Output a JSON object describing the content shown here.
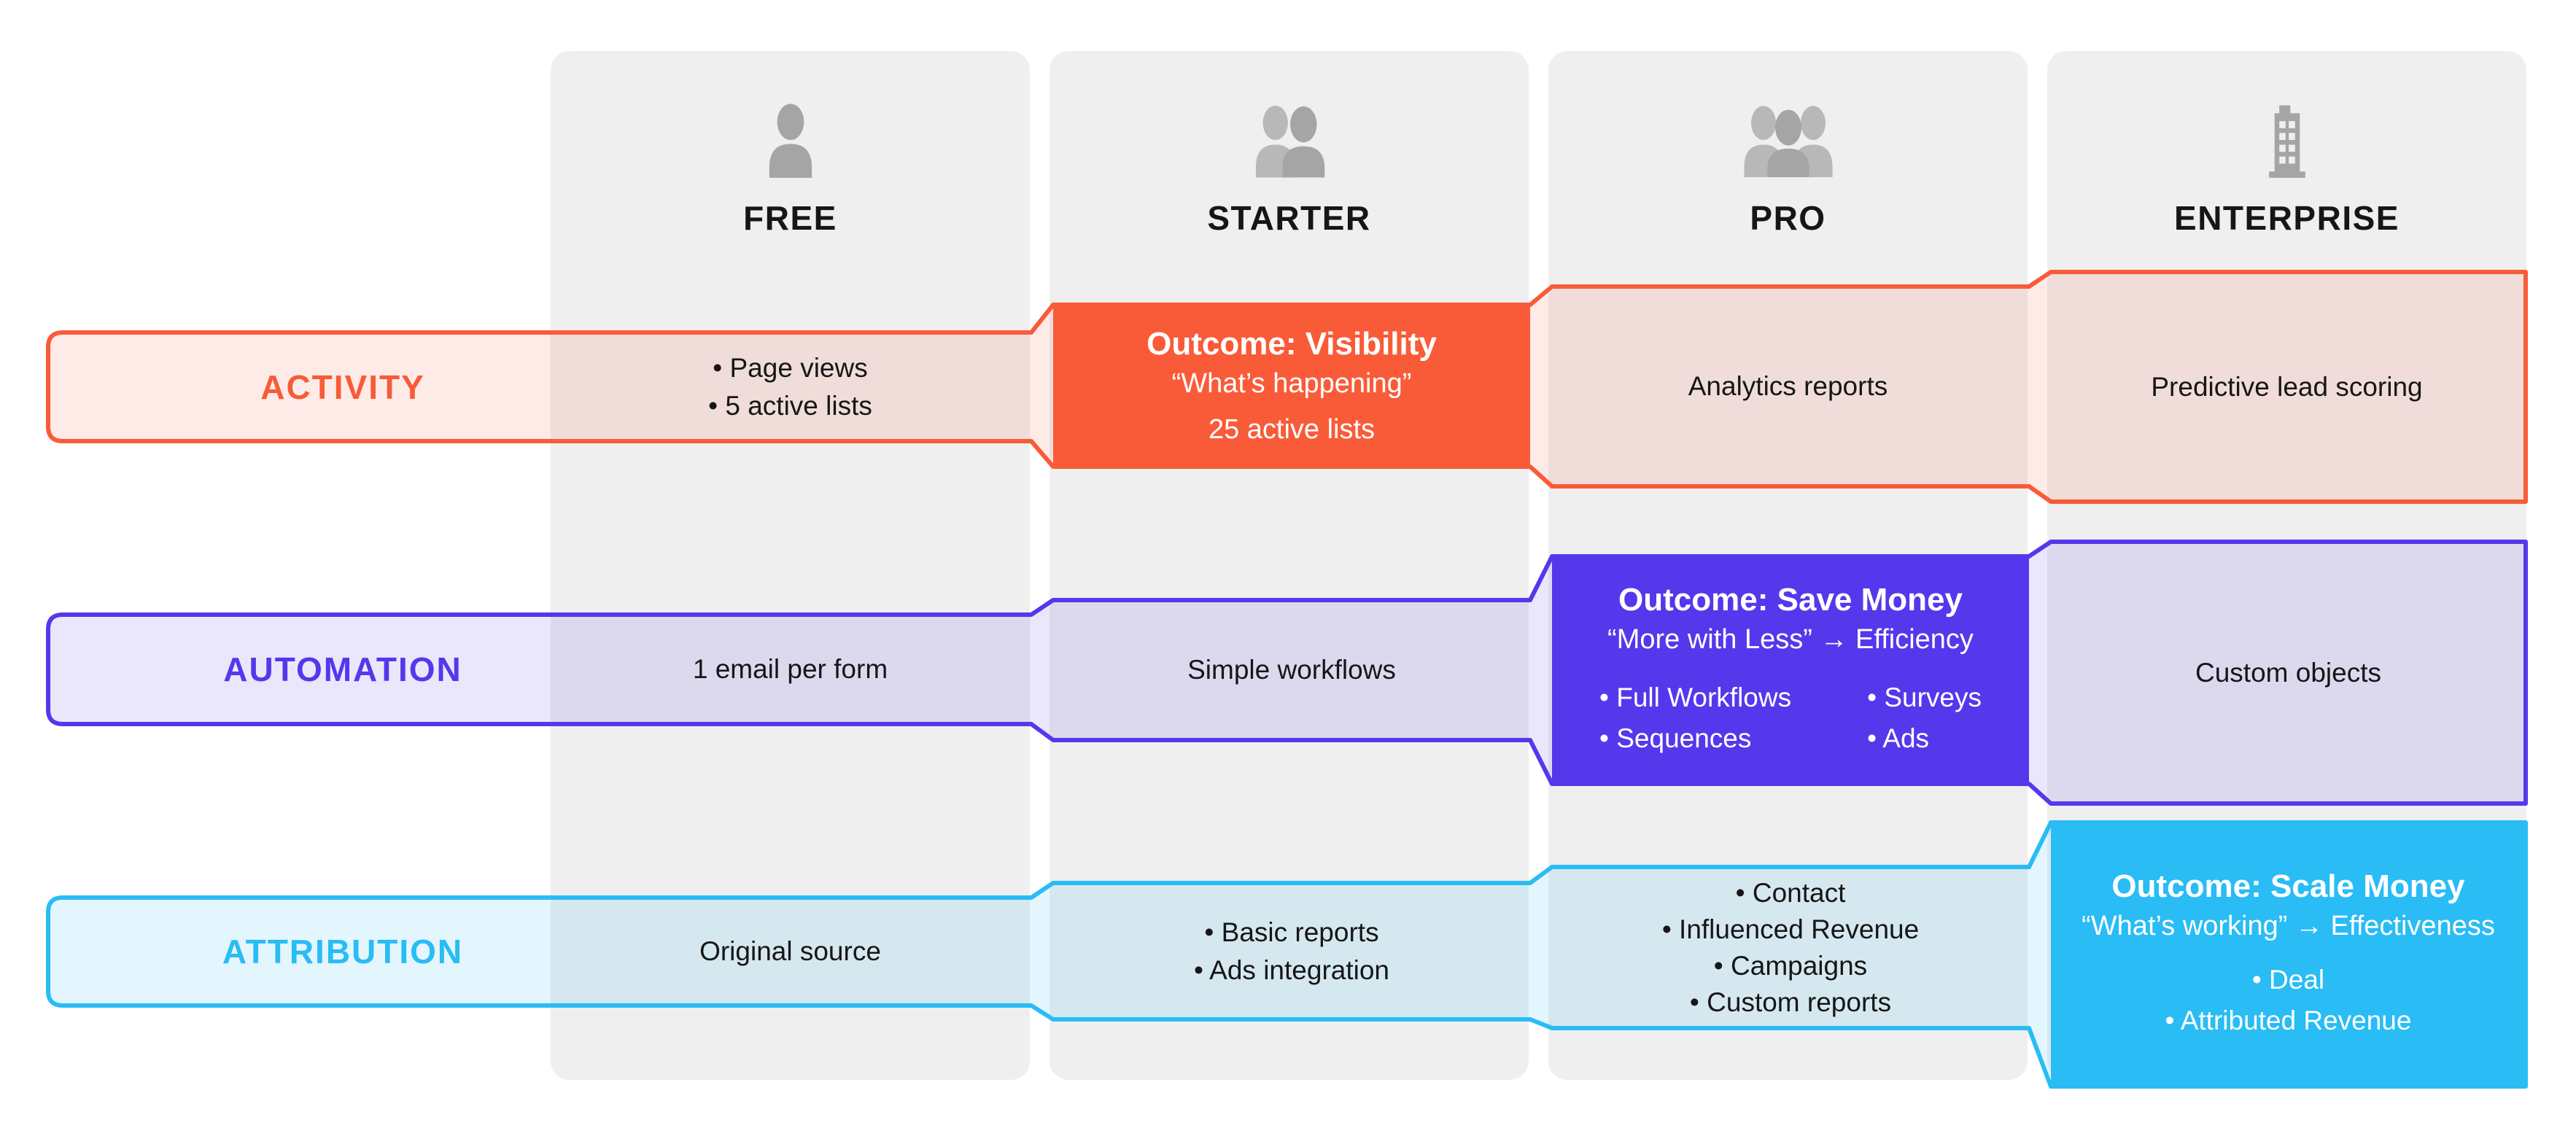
{
  "palette": {
    "orange": "#F95B38",
    "purple": "#5538EC",
    "cyan": "#29BCF5",
    "column_bg": "#EFEFEF",
    "icon_gray": "#A5A5A5",
    "icon_gray_light": "#B8B8B8",
    "text_dark": "#161616",
    "text_light": "#FFFFFF"
  },
  "columns": [
    {
      "label": "FREE",
      "icon": "person-icon"
    },
    {
      "label": "STARTER",
      "icon": "two-people-icon"
    },
    {
      "label": "PRO",
      "icon": "three-people-icon"
    },
    {
      "label": "ENTERPRISE",
      "icon": "building-icon"
    }
  ],
  "rows": [
    {
      "label": "ACTIVITY",
      "cells": {
        "free": {
          "lines": [
            "• Page views",
            "• 5 active lists"
          ]
        },
        "starter": {
          "title": "Outcome: Visibility",
          "quote": "“What’s happening”",
          "note": "25 active lists"
        },
        "pro": {
          "lines": [
            "Analytics reports"
          ]
        },
        "enterprise": {
          "lines": [
            "Predictive lead scoring"
          ]
        }
      }
    },
    {
      "label": "AUTOMATION",
      "cells": {
        "free": {
          "lines": [
            "1 email per form"
          ]
        },
        "starter": {
          "lines": [
            "Simple workflows"
          ]
        },
        "pro": {
          "title": "Outcome: Save Money",
          "quote": "“More with Less” → Efficiency",
          "bullets_left": [
            "• Full Workflows",
            "• Sequences"
          ],
          "bullets_right": [
            "• Surveys",
            "• Ads"
          ]
        },
        "enterprise": {
          "lines": [
            "Custom objects"
          ]
        }
      }
    },
    {
      "label": "ATTRIBUTION",
      "cells": {
        "free": {
          "lines": [
            "Original source"
          ]
        },
        "starter": {
          "lines": [
            "• Basic reports",
            "• Ads integration"
          ]
        },
        "pro": {
          "lines": [
            "• Contact",
            "• Influenced Revenue",
            "• Campaigns",
            "• Custom reports"
          ]
        },
        "enterprise": {
          "title": "Outcome: Scale Money",
          "quote": "“What’s working” → Effectiveness",
          "bullets": [
            "• Deal",
            "• Attributed Revenue"
          ]
        }
      }
    }
  ]
}
